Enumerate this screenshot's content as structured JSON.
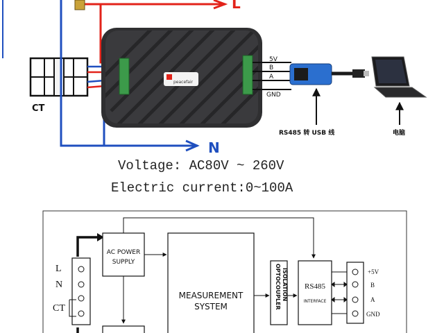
{
  "wiring": {
    "live_label": "L",
    "neutral_label": "N",
    "ct_label": "CT",
    "brand_label": "peacefair",
    "pins": [
      "5V",
      "B",
      "A",
      "GND"
    ],
    "converter_caption": "RS485 转 USB 线",
    "pc_caption": "电脑"
  },
  "specs": {
    "voltage": "Voltage: AC80V ~ 260V",
    "current": "Electric current:0~100A"
  },
  "block_diagram": {
    "input_labels": [
      "L",
      "N",
      "CT"
    ],
    "power_supply": [
      "AC POWER",
      "SUPPLY"
    ],
    "measurement": [
      "MEASUREMENT",
      "SYSTEM"
    ],
    "optocoupler": [
      "OPTOCOUPLER",
      "ISOLATION"
    ],
    "rs485_title": "RS485",
    "rs485_sub": "INTERFACE",
    "outputs": [
      "+5V",
      "B",
      "A",
      "GND"
    ]
  },
  "colors": {
    "live": "#e2231a",
    "neutral": "#1f4fbf",
    "converter": "#2b6fcf",
    "device": "#2f2f31"
  }
}
